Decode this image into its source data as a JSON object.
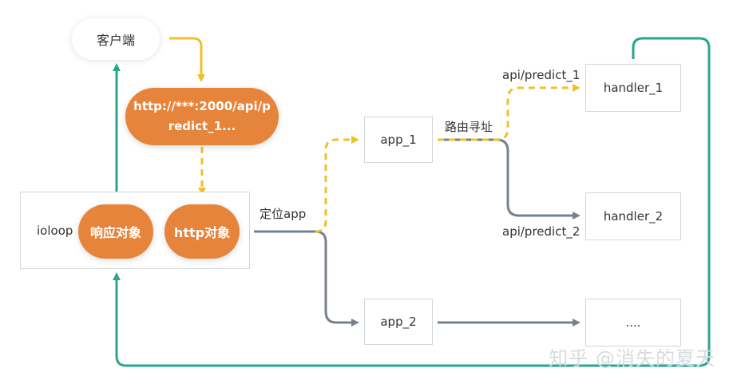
{
  "client": {
    "label": "客户端"
  },
  "request_pill": {
    "text": "http://***:2000/api/predict_1..."
  },
  "ioloop_box": {
    "label": "ioloop",
    "response_pill": "响应对象",
    "http_pill": "http对象"
  },
  "labels": {
    "locate_app": "定位app",
    "routing": "路由寻址",
    "api1": "api/predict_1",
    "api2": "api/predict_2"
  },
  "apps": {
    "app1": "app_1",
    "app2": "app_2"
  },
  "handlers": {
    "h1": "handler_1",
    "h2": "handler_2",
    "h3": "...."
  },
  "watermark": "知乎 @消失的夏天",
  "colors": {
    "yellow": "#f0c02a",
    "teal": "#2aa68f",
    "gray": "#78828c",
    "orange": "#e5843a"
  }
}
